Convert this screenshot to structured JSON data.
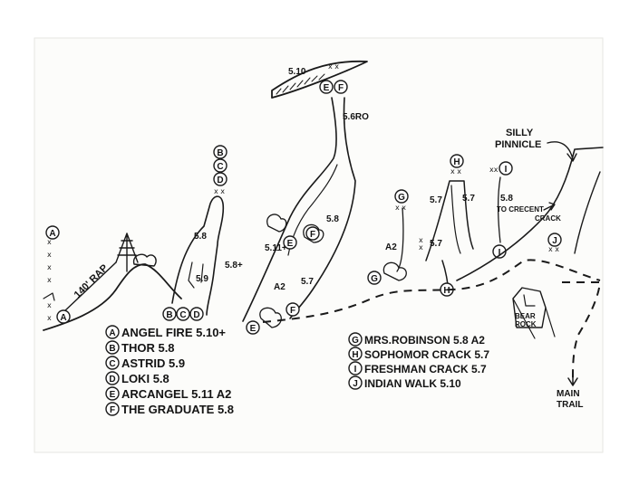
{
  "routes": [
    {
      "letter": "A",
      "name": "ANGEL FIRE",
      "grade": "5.10+"
    },
    {
      "letter": "B",
      "name": "THOR",
      "grade": "5.8"
    },
    {
      "letter": "C",
      "name": "ASTRID",
      "grade": "5.9"
    },
    {
      "letter": "D",
      "name": "LOKI",
      "grade": "5.8"
    },
    {
      "letter": "E",
      "name": "ARCANGEL",
      "grade": "5.11 A2"
    },
    {
      "letter": "F",
      "name": "THE GRADUATE",
      "grade": "5.8"
    },
    {
      "letter": "G",
      "name": "MRS.ROBINSON",
      "grade": "5.8 A2"
    },
    {
      "letter": "H",
      "name": "SOPHOMOR CRACK",
      "grade": "5.7"
    },
    {
      "letter": "I",
      "name": "FRESHMAN CRACK",
      "grade": "5.7"
    },
    {
      "letter": "J",
      "name": "INDIAN WALK",
      "grade": "5.10"
    }
  ],
  "map_labels": {
    "rap": "140' RAP",
    "silly": "SILLY",
    "pinnicle": "PINNICLE",
    "bear": "BEAR",
    "rock": "ROCK",
    "main": "MAIN",
    "trail": "TRAIL",
    "to_crescent": "TO CRECENT",
    "crack": "CRACK",
    "g510": "5.10",
    "g56ro": "5.6RO",
    "g58_e": "5.8",
    "g57_f": "5.7",
    "a2_left": "A2",
    "g511": "5.11+",
    "g58_b": "5.8",
    "g58c": "5.8+",
    "g59": "5.9",
    "a2_g": "A2",
    "g57_h1": "5.7",
    "g57_h2": "5.7",
    "g57_h3": "5.7",
    "g58_i": "5.8"
  }
}
